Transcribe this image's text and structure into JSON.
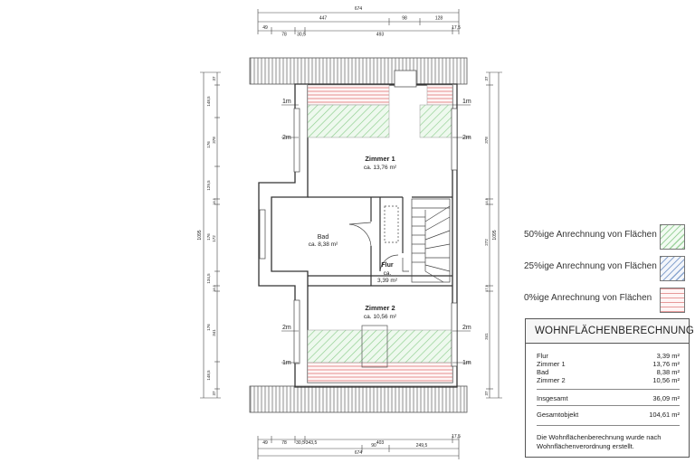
{
  "dimensions": {
    "top": {
      "overall": "674",
      "row2": [
        "447",
        "98",
        "128"
      ],
      "row3": [
        "49",
        "78",
        "30,5",
        "493",
        "17,5"
      ]
    },
    "bottom": {
      "row1": [
        "49",
        "78",
        "30,5",
        "343,5",
        "90",
        "403",
        "249,5",
        "17,5"
      ],
      "overall": "674"
    },
    "left": {
      "outer": "1095",
      "segments": [
        "37",
        "148,5",
        "378",
        "176",
        "129,5",
        "18,5",
        "172",
        "176",
        "134,5",
        "18,5",
        "341",
        "176",
        "148,5",
        "37"
      ]
    },
    "right": {
      "outer": "1095",
      "segments": [
        "37",
        "378",
        "14,5",
        "272",
        "17,5",
        "341",
        "37"
      ]
    },
    "height_marks": {
      "m1": "1m",
      "m2": "2m"
    }
  },
  "rooms": {
    "zimmer1": {
      "name": "Zimmer 1",
      "area": "ca. 13,76 m²"
    },
    "bad": {
      "name": "Bad",
      "area": "ca. 8,38 m²"
    },
    "flur": {
      "name": "Flur",
      "area1": "ca.",
      "area2": "3,39 m²"
    },
    "zimmer2": {
      "name": "Zimmer 2",
      "area": "ca. 10,56 m²"
    }
  },
  "legend": [
    {
      "label": "50%ige Anrechnung von Flächen",
      "color": "#9fd49f"
    },
    {
      "label": "25%ige Anrechnung von Flächen",
      "color": "#8aa6d0"
    },
    {
      "label": "0%ige Anrechnung von Flächen",
      "color": "#e79a9a"
    }
  ],
  "calc": {
    "title": "WOHNFLÄCHENBERECHNUNG",
    "rows": [
      {
        "label": "Flur",
        "value": "3,39 m²"
      },
      {
        "label": "Zimmer 1",
        "value": "13,76 m²"
      },
      {
        "label": "Bad",
        "value": "8,38 m²"
      },
      {
        "label": "Zimmer 2",
        "value": "10,56 m²"
      }
    ],
    "total": {
      "label": "Insgesamt",
      "value": "36,09 m²"
    },
    "object": {
      "label": "Gesamtobjekt",
      "value": "104,61 m²"
    },
    "note": "Die Wohnflächenberechnung wurde nach Wohnflächenverordnung erstellt."
  }
}
